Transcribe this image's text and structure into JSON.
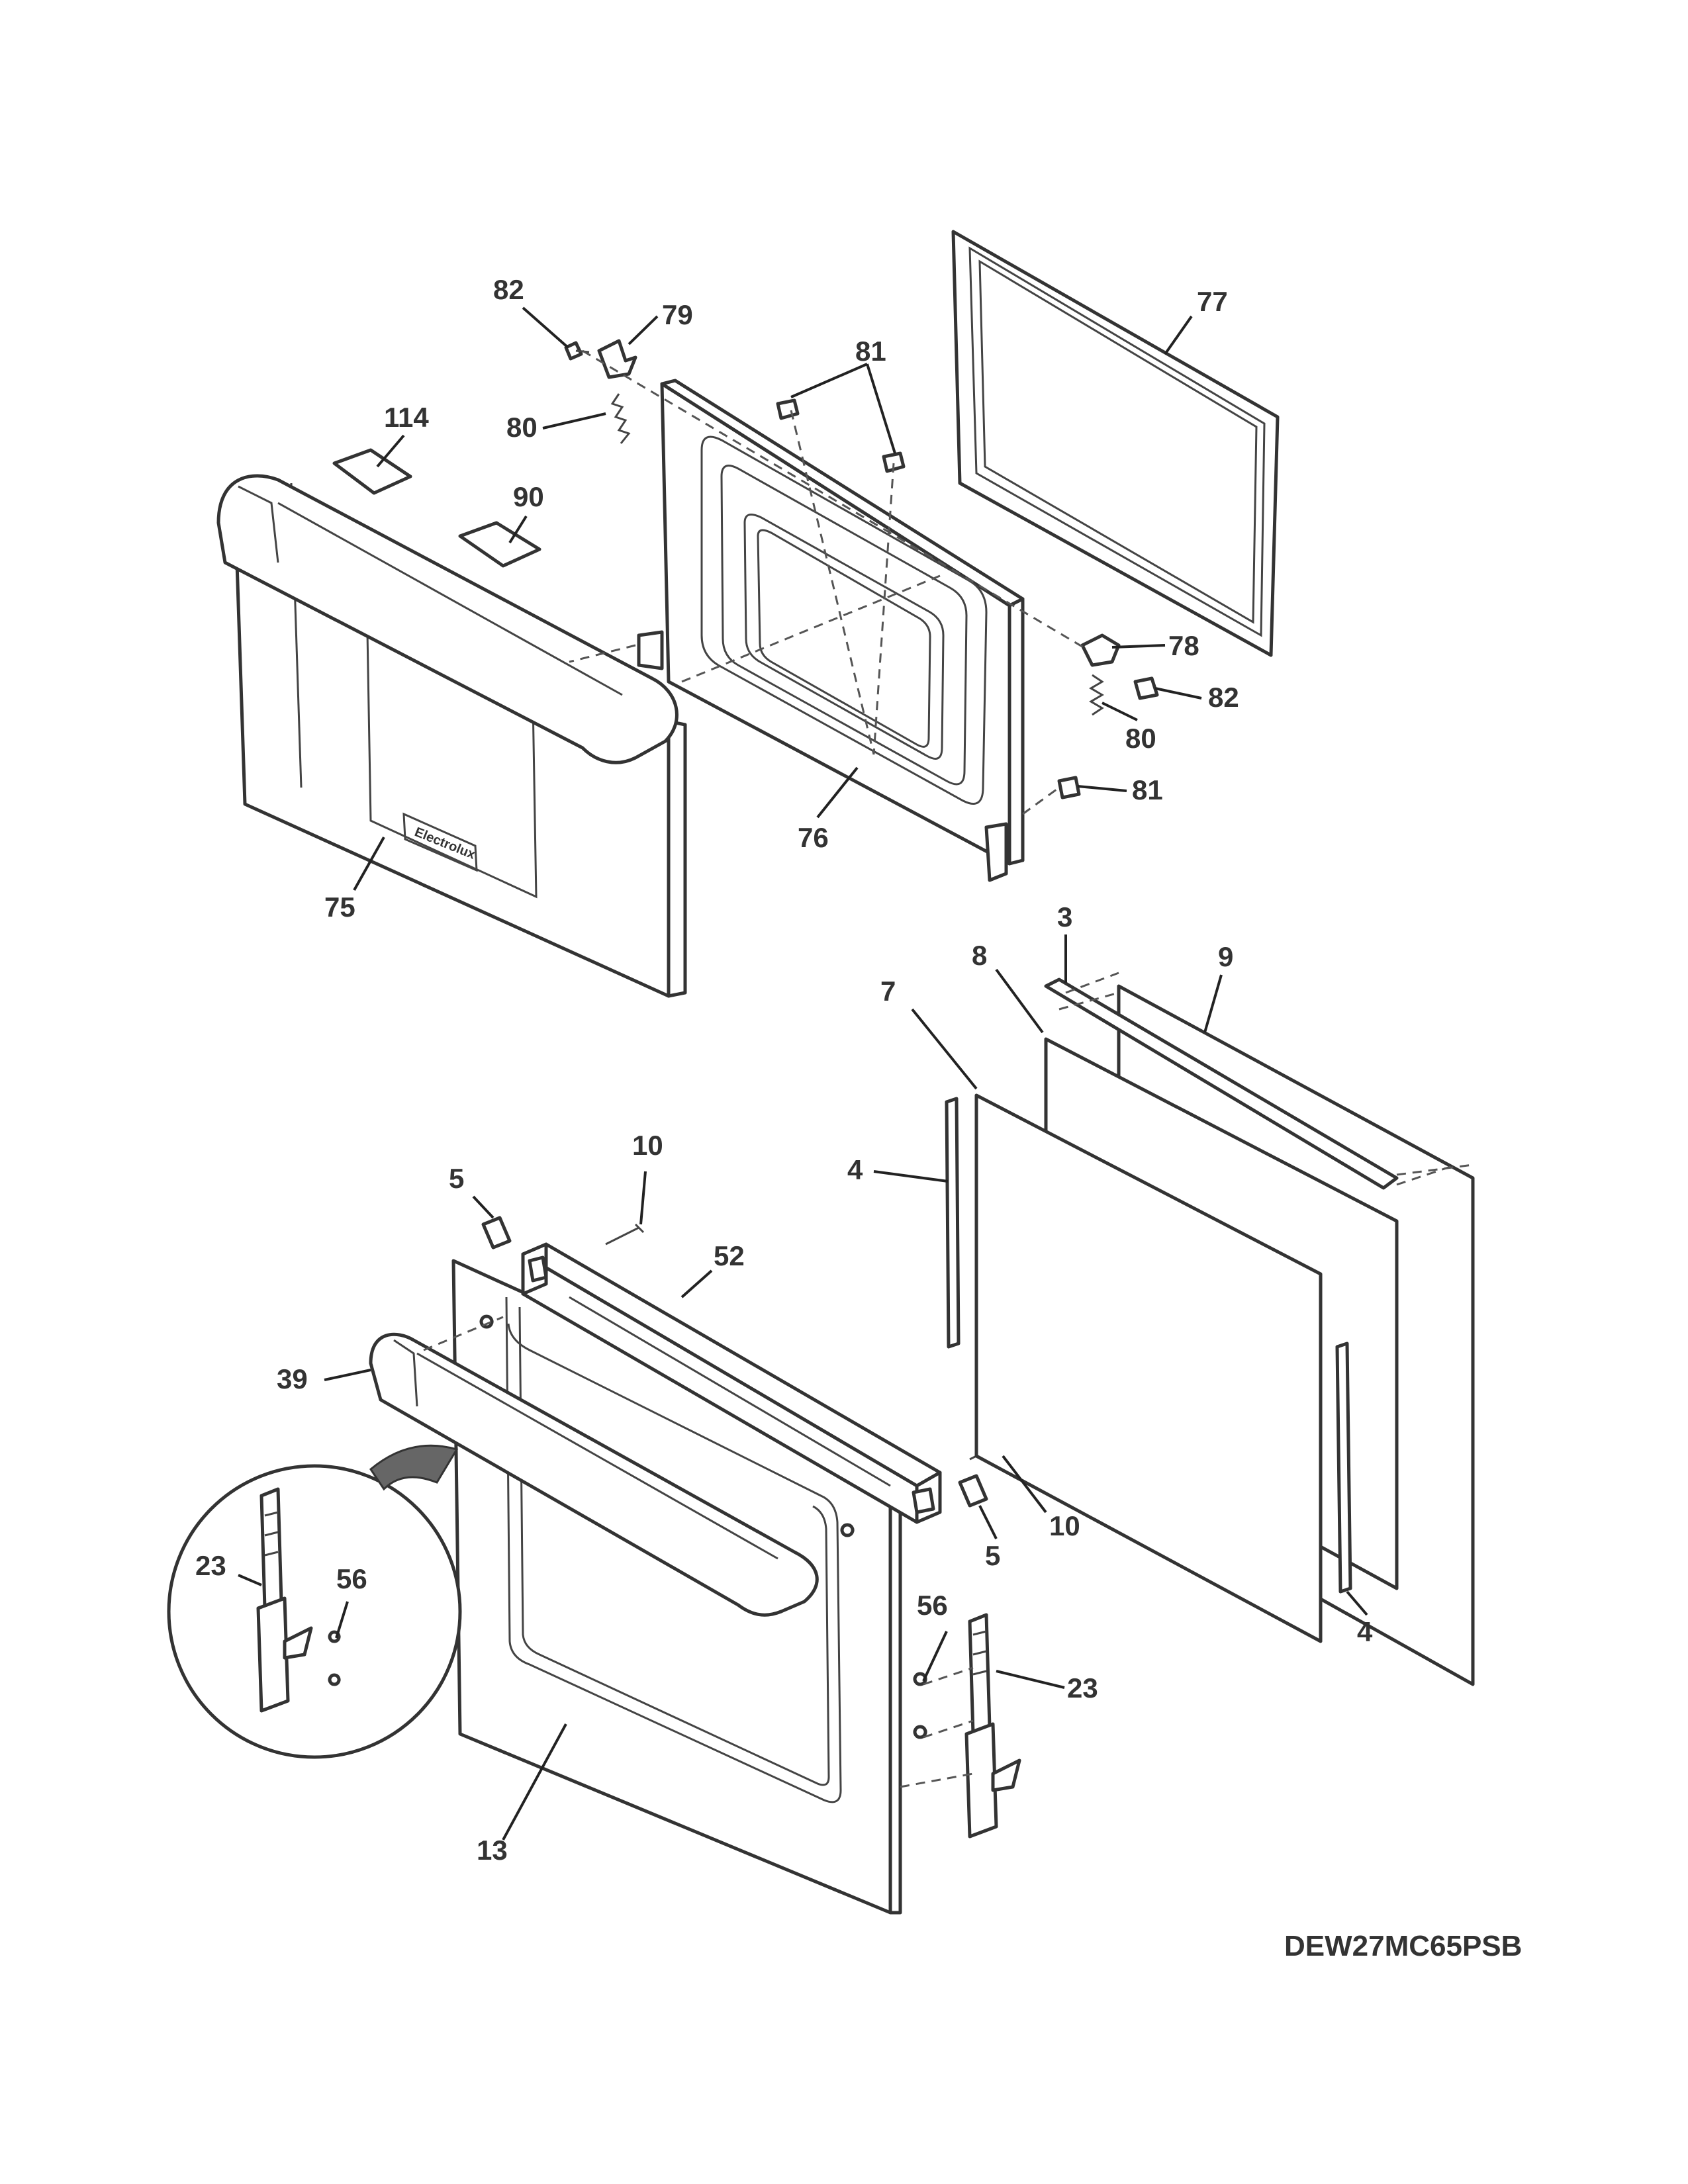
{
  "model_number": "DEW27MC65PSB",
  "nameplate_text": "Electrolux",
  "callouts": {
    "c3": "3",
    "c4a": "4",
    "c4b": "4",
    "c5a": "5",
    "c5b": "5",
    "c7": "7",
    "c8": "8",
    "c9": "9",
    "c10a": "10",
    "c10b": "10",
    "c13": "13",
    "c23a": "23",
    "c23b": "23",
    "c39": "39",
    "c52": "52",
    "c56a": "56",
    "c56b": "56",
    "c75": "75",
    "c76": "76",
    "c77": "77",
    "c78": "78",
    "c79": "79",
    "c80a": "80",
    "c80b": "80",
    "c81a": "81",
    "c81b": "81",
    "c82a": "82",
    "c82b": "82",
    "c90": "90",
    "c114": "114"
  }
}
